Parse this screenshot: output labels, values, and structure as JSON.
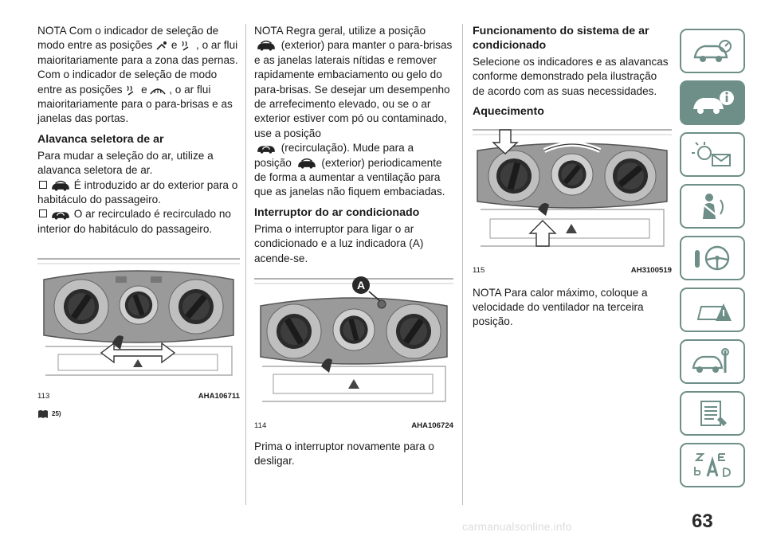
{
  "col1": {
    "note1a": "NOTA  Com o indicador de seleção de modo entre as posições",
    "note1b": "e",
    "note1c": ", o ar flui maioritariamente para a zona das pernas. Com o indicador de seleção de modo entre as posições",
    "note1d": "e",
    "note1e": ", o ar flui maioritariamente para o para-brisas e as janelas das portas.",
    "heading": "Alavanca seletora de ar",
    "intro": "Para mudar a seleção do ar, utilize a alavanca seletora de ar.",
    "bullet1": "É introduzido ar do exterior para o habitáculo do passageiro.",
    "bullet2": "O ar recirculado é recirculado no interior do habitáculo do passageiro.",
    "fig_num": "113",
    "fig_code": "AHA106711",
    "footnote": "25)"
  },
  "col2": {
    "note_a": "NOTA  Regra geral, utilize a posição",
    "note_b": "(exterior) para manter o para-brisas e as janelas laterais nítidas e remover rapidamente embaciamento ou gelo do para-brisas. Se desejar um desempenho de arrefecimento elevado, ou se o ar exterior estiver com pó ou contaminado, use a posição",
    "note_c": "(recirculação). Mude para a posição",
    "note_d": "(exterior) periodicamente de forma a aumentar a ventilação para que as janelas não fiquem embaciadas.",
    "heading": "Interruptor do ar condicionado",
    "para1": "Prima o interruptor para ligar o ar condicionado e a luz indicadora (A) acende-se.",
    "fig_label": "A",
    "fig_num": "114",
    "fig_code": "AHA106724",
    "para2": "Prima o interruptor novamente para o desligar."
  },
  "col3": {
    "heading": "Funcionamento do sistema de ar condicionado",
    "para1": "Selecione os indicadores e as alavancas conforme demonstrado pela ilustração de acordo com as suas necessidades.",
    "subheading": "Aquecimento",
    "fig_num": "115",
    "fig_code": "AH3100519",
    "note": "NOTA  Para calor máximo, coloque a velocidade do ventilador na terceira posição."
  },
  "page_number": "63",
  "watermark": "carmanualsonline.info",
  "colors": {
    "accent": "#6e8e88",
    "text": "#1a1a1a"
  }
}
